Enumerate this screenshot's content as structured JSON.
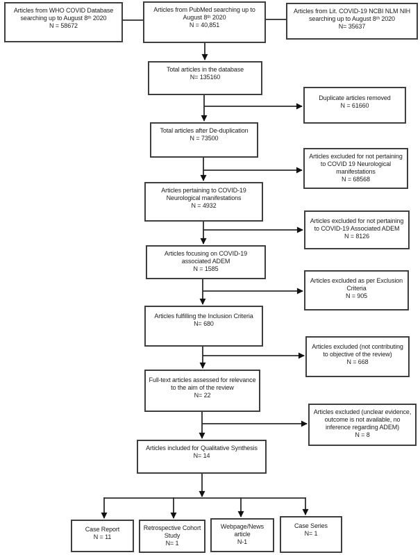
{
  "colors": {
    "line": "#2b2b2b",
    "box_border": "#3e3e3e",
    "text": "#1b1b1b",
    "background": "#ffffff"
  },
  "nodes": {
    "who": {
      "label": "Articles from WHO COVID Database searching up to August 8ᵗʰ 2020",
      "n": "N = 58672"
    },
    "pubmed": {
      "label": "Articles from PubMed searching up to August 8ᵗʰ 2020",
      "n": "N = 40,851"
    },
    "litcovid": {
      "label": "Articles from Lit. COVID-19 NCBI NLM NIH searching up to August 8ᵗʰ 2020",
      "n": "N= 35637"
    },
    "total_db": {
      "label": "Total articles in the database",
      "n": "N= 135160"
    },
    "duplicates_removed": {
      "label": "Duplicate articles removed",
      "n": "N = 61660"
    },
    "after_dedup": {
      "label": "Total articles after De-duplication",
      "n": "N = 73500"
    },
    "excluded_not_neuro": {
      "label": "Articles excluded for not pertaining to COVID 19 Neurological manifestations",
      "n": "N = 68568"
    },
    "neuro_pertaining": {
      "label": "Articles pertaining to COVID-19 Neurological manifestations",
      "n": "N = 4932"
    },
    "excluded_not_adem": {
      "label": "Articles excluded for not pertaining to COVID-19 Associated ADEM",
      "n": "N = 8126"
    },
    "adem_focus": {
      "label": "Articles focusing on COVID-19 associated ADEM",
      "n": "N = 1585"
    },
    "excluded_exclusion_criteria": {
      "label": "Articles excluded as per Exclusion Criteria",
      "n": "N = 905"
    },
    "inclusion_fulfilling": {
      "label": "Articles fulfilling the Inclusion Criteria",
      "n": "N= 680"
    },
    "excluded_not_contributing": {
      "label": "Articles excluded (not contributing to objective of the review)",
      "n": "N = 668"
    },
    "fulltext_assessed": {
      "label": "Full-text articles assessed for relevance to the aim of the review",
      "n": "N= 22"
    },
    "excluded_unclear": {
      "label": "Articles excluded (unclear evidence, outcome is not available, no inference regarding ADEM)",
      "n": "N = 8"
    },
    "qualitative_synthesis": {
      "label": "Articles included for Qualitative Synthesis",
      "n": "N= 14"
    },
    "case_report": {
      "label": "Case Report",
      "n": "N = 11"
    },
    "retrospective_cohort": {
      "label": "Retrospective Cohort Study",
      "n": "N= 1"
    },
    "webpage_news": {
      "label": "Webpage/News article",
      "n": "N-1"
    },
    "case_series": {
      "label": "Case Series",
      "n": "N= 1"
    }
  }
}
